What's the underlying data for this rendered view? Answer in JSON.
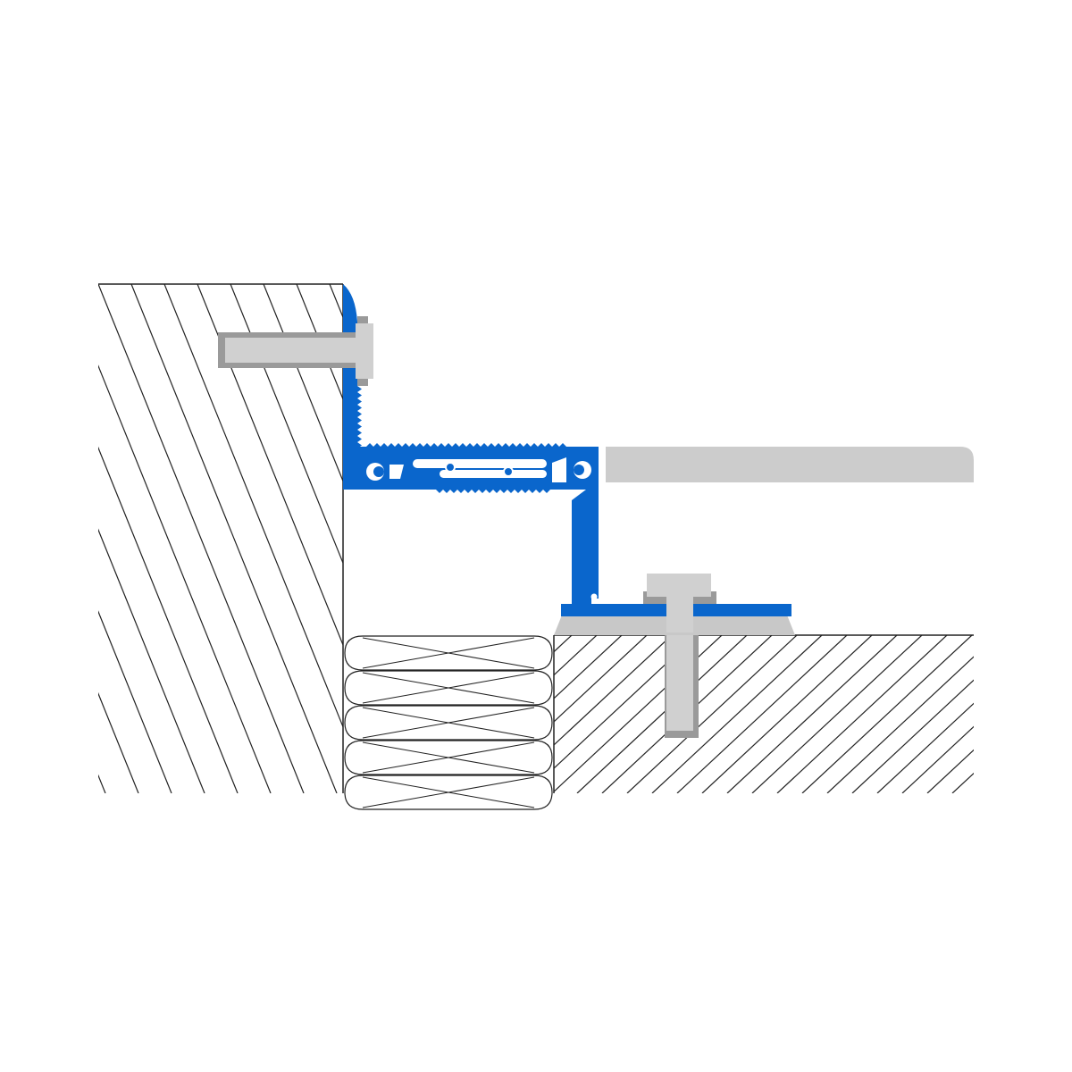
{
  "diagram": {
    "kind": "expansion-joint-cross-section",
    "colors": {
      "background": "#ffffff",
      "line": "#222222",
      "profile": "#0a66cc",
      "profile_slot": "#ffffff",
      "anchor_light": "#d0d0d0",
      "anchor_dark": "#9a9a9a",
      "cover_plate": "#cccccc",
      "bedding": "#c8c8c8"
    },
    "parts": [
      {
        "id": "left-wall",
        "icon": "hatched-concrete"
      },
      {
        "id": "right-floor-slab",
        "icon": "hatched-concrete"
      },
      {
        "id": "joint-filler",
        "icon": "compressible-foam"
      },
      {
        "id": "joint-profile",
        "icon": "aluminium-profile"
      },
      {
        "id": "wall-anchor",
        "icon": "anchor-bolt"
      },
      {
        "id": "floor-anchor",
        "icon": "anchor-bolt"
      },
      {
        "id": "floor-finish",
        "icon": "cover-plate"
      }
    ]
  }
}
